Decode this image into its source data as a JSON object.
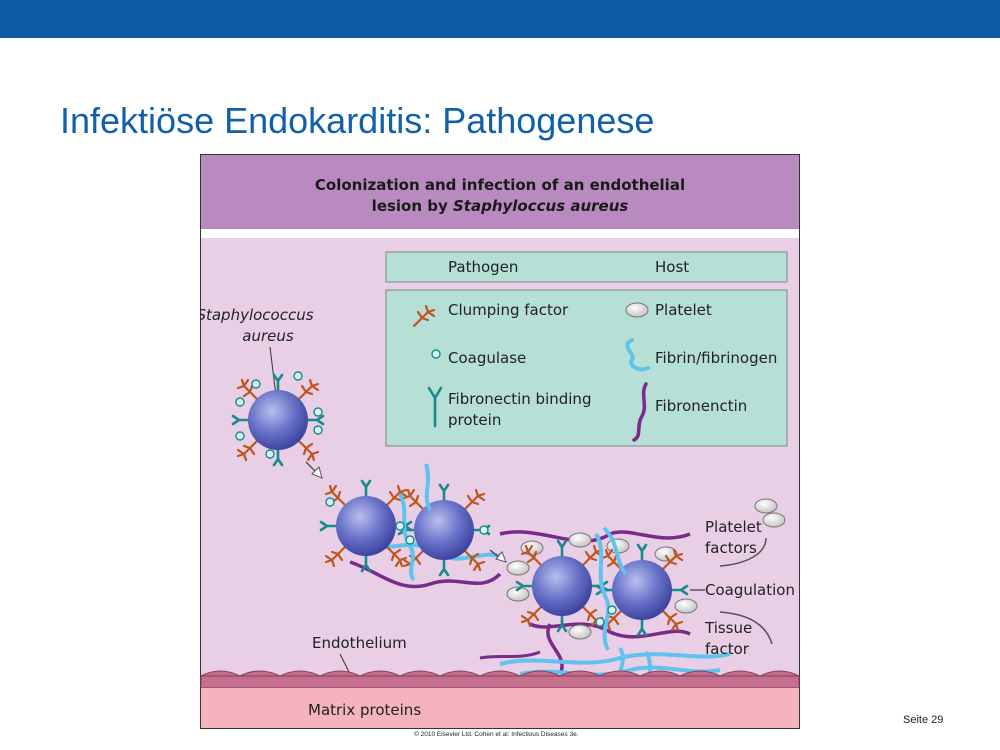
{
  "slide": {
    "title": "Infektiöse Endokarditis: Pathogenese",
    "page_number": "Seite 29",
    "copyright": "© 2010 Elsevier Ltd. Cohen et al: Infectious Diseases 3e."
  },
  "figure": {
    "header_line1": "Colonization and infection of an endothelial",
    "header_line2_prefix": "lesion by ",
    "header_line2_italic": "Staphyloccus aureus",
    "legend": {
      "pathogen_heading": "Pathogen",
      "host_heading": "Host",
      "clumping_factor": "Clumping factor",
      "coagulase": "Coagulase",
      "fnbp_line1": "Fibronectin binding",
      "fnbp_line2": "protein",
      "platelet": "Platelet",
      "fibrin": "Fibrin/fibrinogen",
      "fibronectin": "Fibronenctin"
    },
    "organism_line1": "Staphylococcus",
    "organism_line2": "aureus",
    "platelet_factors_line1": "Platelet",
    "platelet_factors_line2": "factors",
    "coagulation": "Coagulation",
    "tissue_factor_line1": "Tissue",
    "tissue_factor_line2": "factor",
    "endothelium": "Endothelium",
    "matrix_proteins": "Matrix proteins",
    "colors": {
      "header_bg": "#b98ac0",
      "panel_bg": "#e8cfe6",
      "legend_bg": "#b6dfd6",
      "matrix_bg": "#f4b3bd",
      "bacterium": "#5d68c4",
      "fibrin": "#5fc3ee",
      "fibronectin": "#7a2a8a",
      "clumping_factor": "#c0541a",
      "fnbp": "#1a8a8c"
    }
  }
}
